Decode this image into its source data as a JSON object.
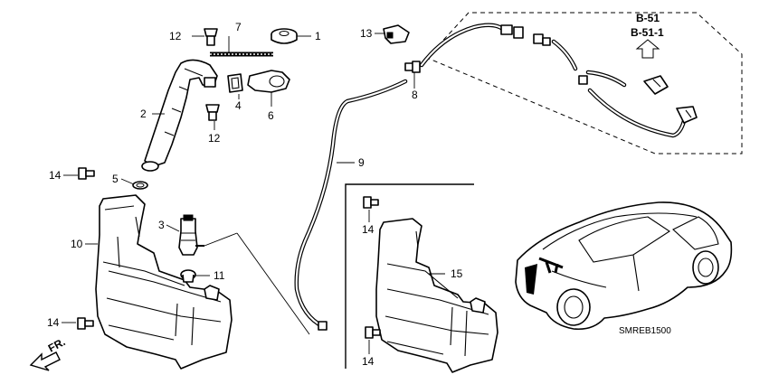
{
  "callouts": {
    "c1": "1",
    "c2": "2",
    "c3": "3",
    "c4": "4",
    "c5": "5",
    "c6": "6",
    "c7": "7",
    "c8": "8",
    "c9": "9",
    "c10": "10",
    "c11": "11",
    "c12a": "12",
    "c12b": "12",
    "c13": "13",
    "c14a": "14",
    "c14b": "14",
    "c14c": "14",
    "c14d": "14",
    "c15": "15"
  },
  "references": {
    "ref1": "B-51",
    "ref2": "B-51-1"
  },
  "direction_label": "FR.",
  "diagram_code": "SMREB1500"
}
